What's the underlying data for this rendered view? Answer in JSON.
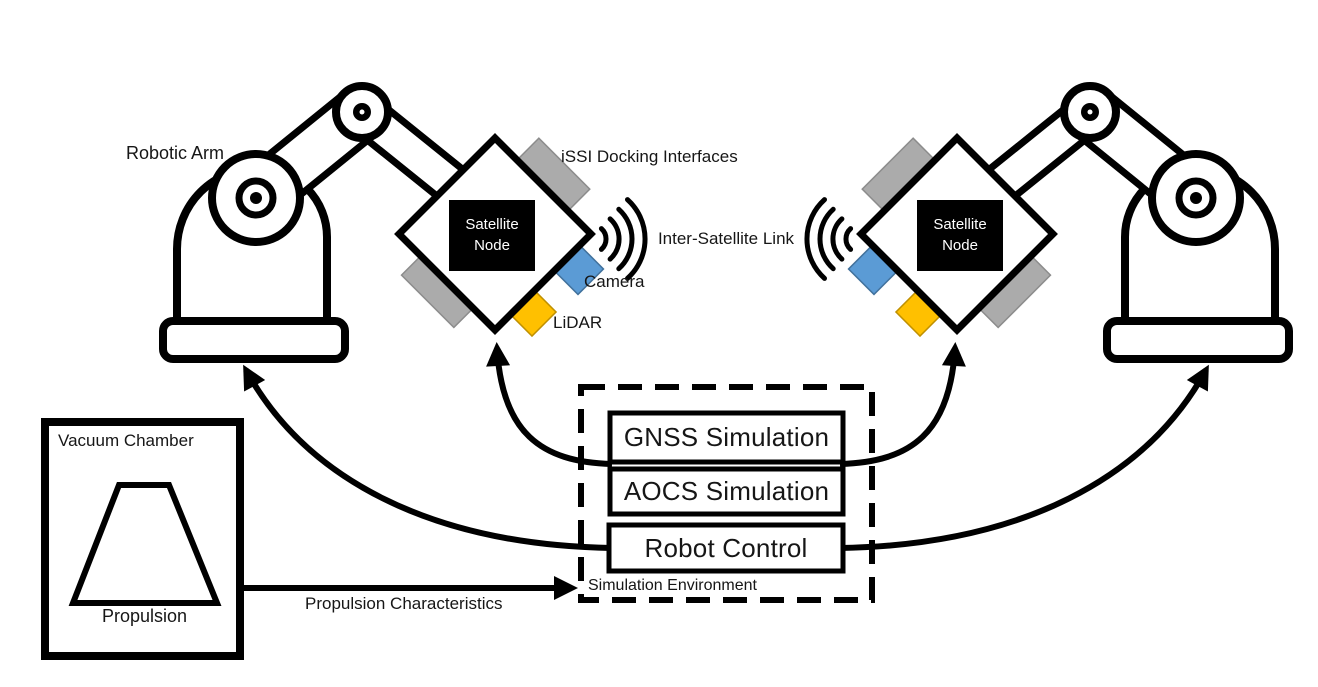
{
  "colors": {
    "line": "#000000",
    "background": "#ffffff",
    "docking_gray": "#ababab",
    "docking_gray_border": "#8c8c8c",
    "camera_blue": "#5b9bd5",
    "camera_blue_border": "#41719c",
    "lidar_yellow": "#ffc000",
    "lidar_yellow_border": "#bf9000"
  },
  "labels": {
    "robotic_arm": "Robotic Arm",
    "issi_docking_interfaces": "iSSI Docking Interfaces",
    "inter_satellite_link": "Inter-Satellite Link",
    "camera": "Camera",
    "lidar": "LiDAR",
    "vacuum_chamber": "Vacuum Chamber",
    "propulsion": "Propulsion",
    "propulsion_characteristics": "Propulsion Characteristics",
    "simulation_environment": "Simulation Environment"
  },
  "satellite_node": {
    "line1": "Satellite",
    "line2": "Node"
  },
  "simulation_boxes": [
    {
      "label": "GNSS Simulation"
    },
    {
      "label": "AOCS Simulation"
    },
    {
      "label": "Robot Control"
    }
  ]
}
